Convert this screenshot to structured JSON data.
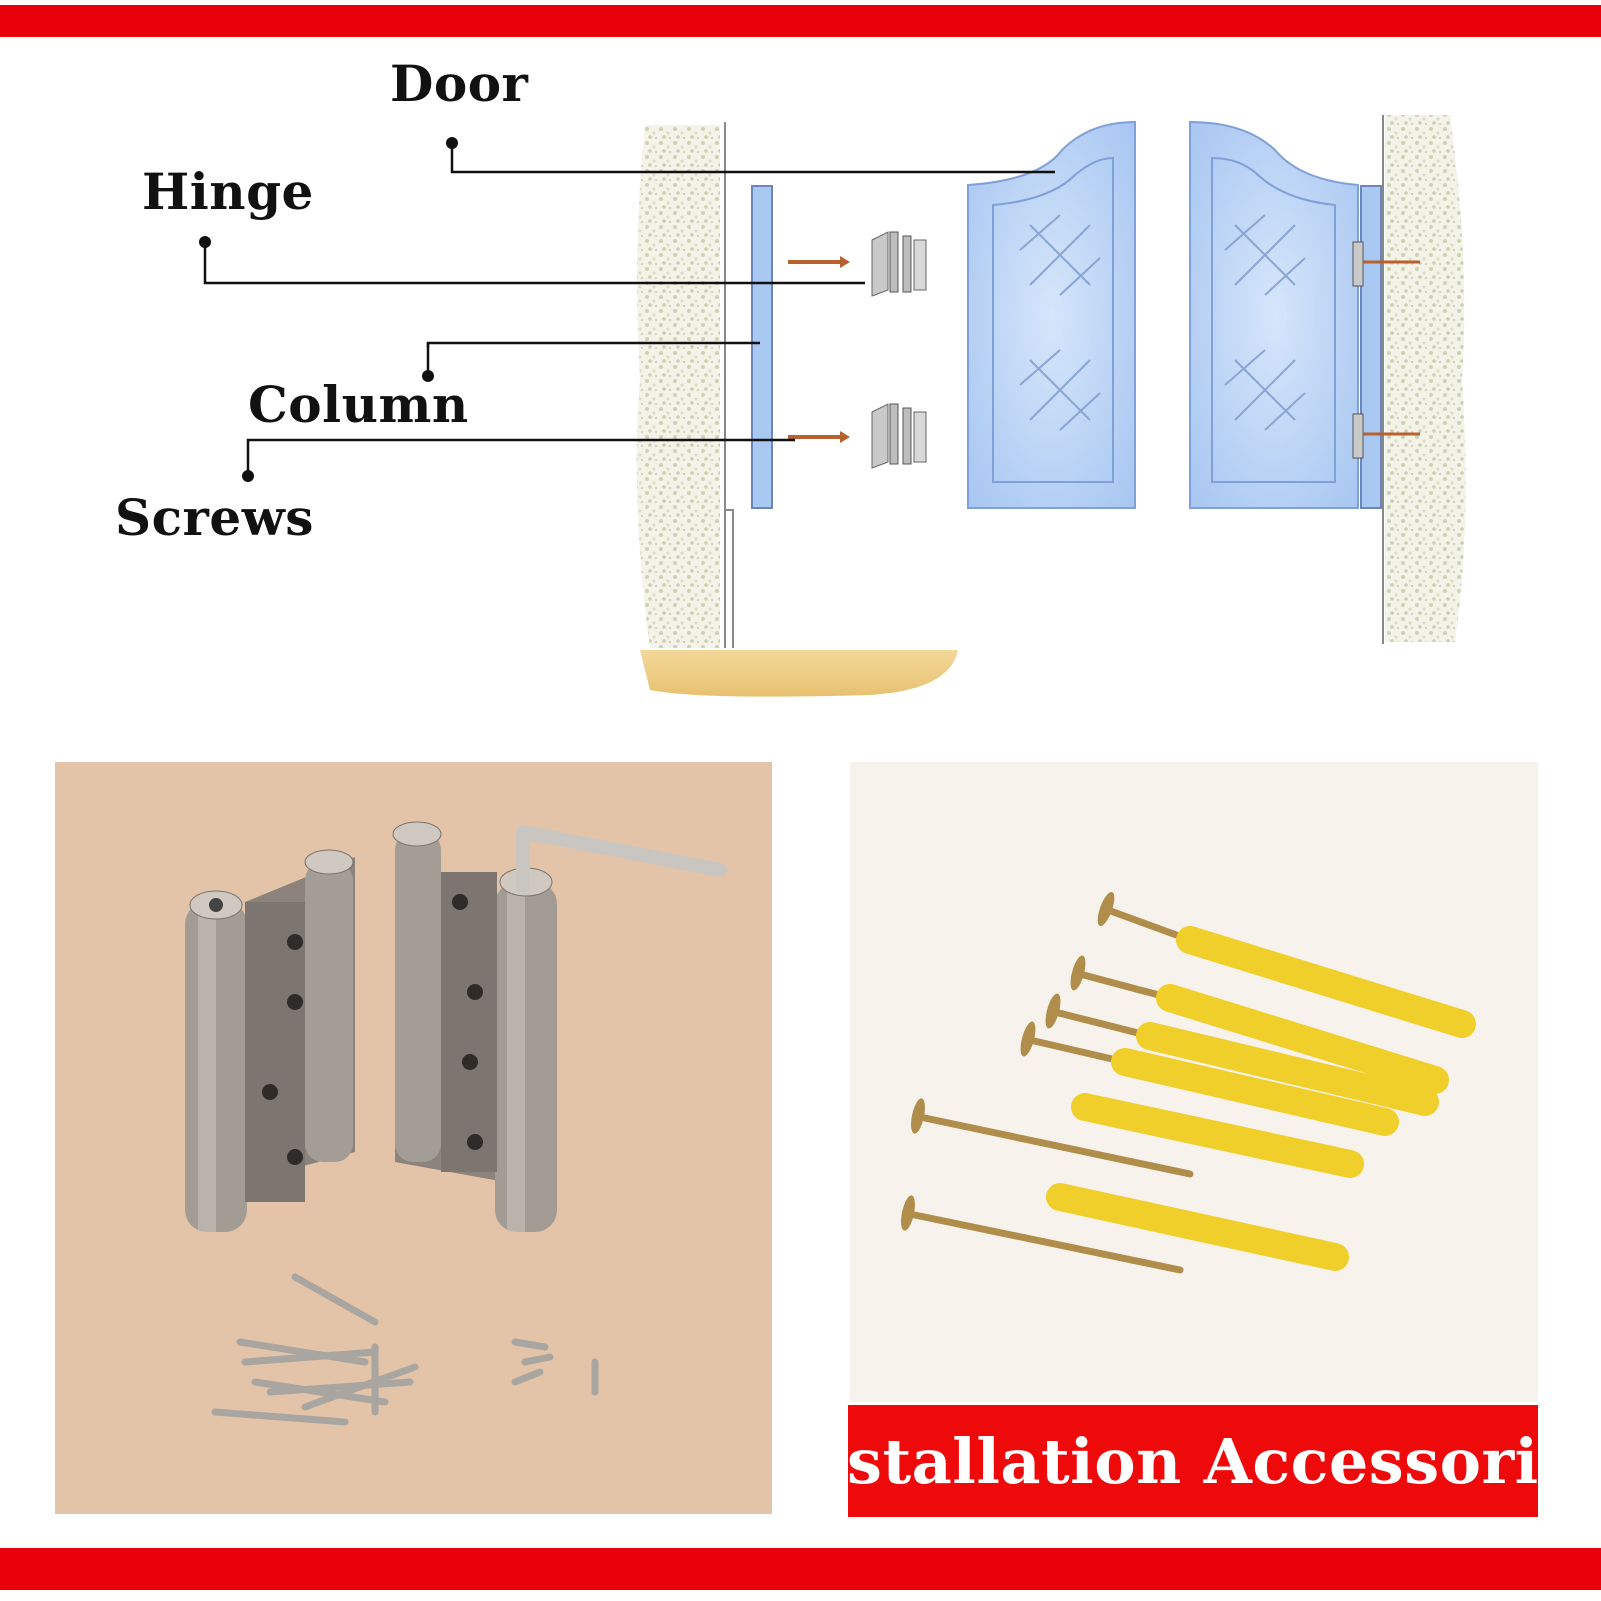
{
  "colors": {
    "brand_red": "#e8000a",
    "door_blue": "#a9c8f2",
    "wall_speckle": "#d9ddc7",
    "floor_wood": "#efcf86",
    "dowel_yellow": "#f1cf2a",
    "hinge_steel": "#9b938b"
  },
  "diagram": {
    "labels": {
      "door": "Door",
      "hinge": "Hinge",
      "column": "Column",
      "screws": "Screws"
    }
  },
  "photos": {
    "hinges": {
      "icon": "double-action-spring-hinge-pair-with-wrench"
    },
    "accessories": {
      "icon": "yellow-wall-plugs-and-screws"
    }
  },
  "banner": {
    "text": "Installation Accessories"
  }
}
